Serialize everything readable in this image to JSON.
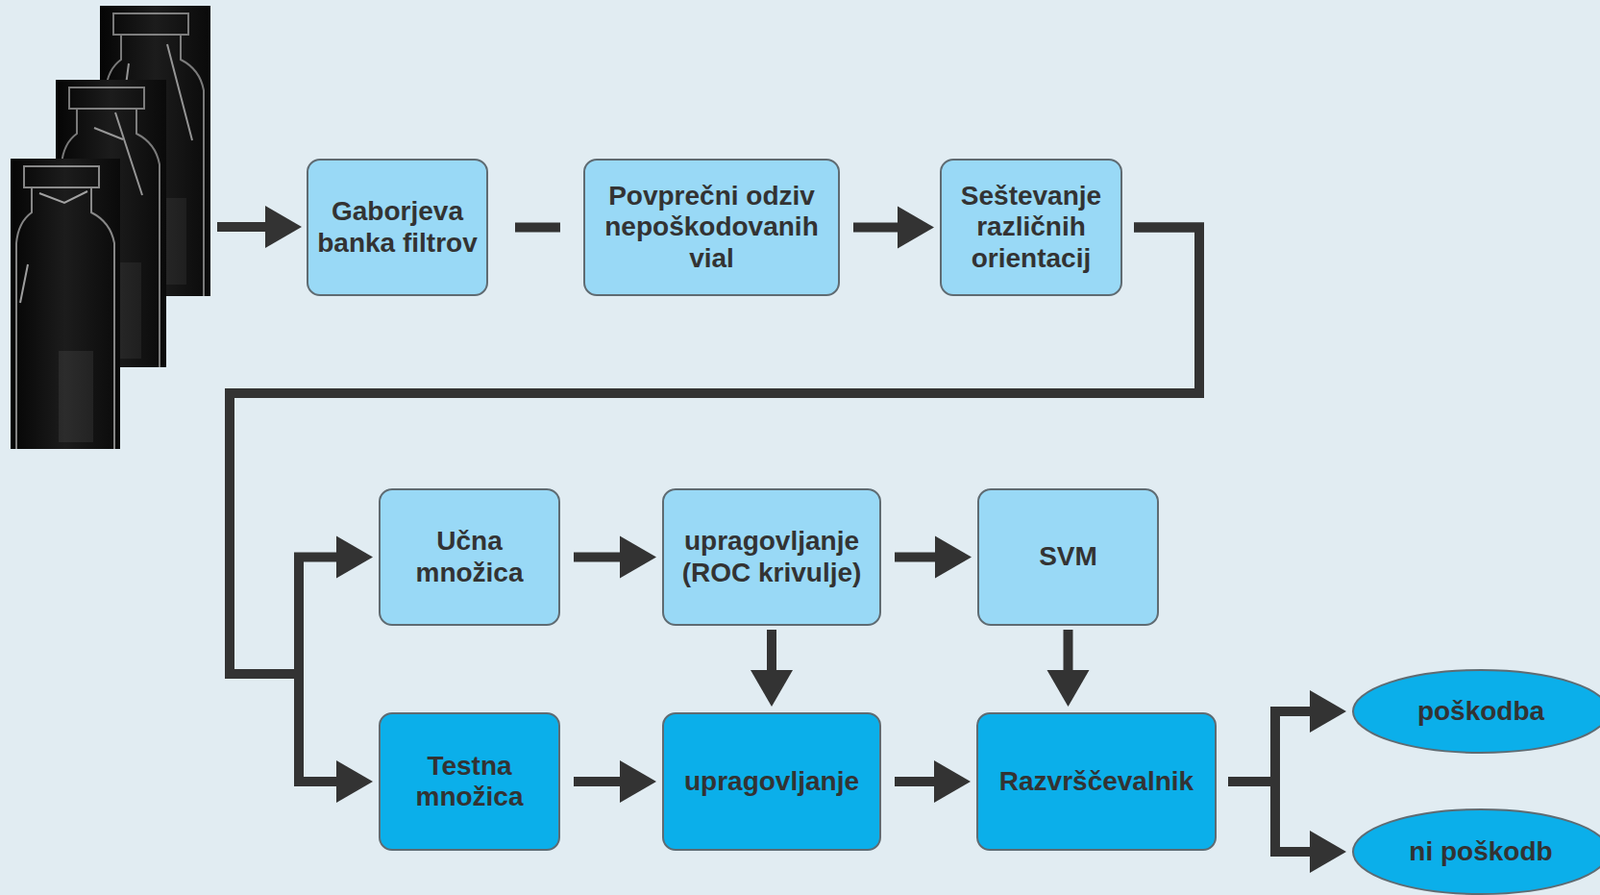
{
  "diagram": {
    "nodes": [
      {
        "text": [
          "Gaborjeva banka filtrov"
        ]
      },
      {
        "text": [
          "Povprečni odziv nepoškodovanih vial"
        ]
      },
      {
        "text": [
          "Seštevanje različnih orientacij"
        ]
      },
      {
        "text": [
          "Učna množica"
        ]
      },
      {
        "text": [
          "upragovljanje (ROC krivulje)"
        ]
      },
      {
        "text": [
          "SVM"
        ]
      },
      {
        "text": [
          "Testna množica"
        ]
      },
      {
        "text": [
          "upragovljanje"
        ]
      },
      {
        "text": [
          "Razvrščevalnik"
        ]
      },
      {
        "text": [
          "poškodba"
        ]
      },
      {
        "text": [
          "ni poškodb"
        ]
      }
    ],
    "edges": [
      {
        "from": 0,
        "to": 1,
        "arrow": "none"
      },
      {
        "from": 1,
        "to": 2,
        "arrow": "to"
      },
      {
        "from": 2,
        "to": 3,
        "arrow": "to"
      },
      {
        "from": 2,
        "to": 6,
        "arrow": "to"
      },
      {
        "from": 3,
        "to": 4,
        "arrow": "to"
      },
      {
        "from": 4,
        "to": 5,
        "arrow": "to"
      },
      {
        "from": 4,
        "to": 7,
        "arrow": "to"
      },
      {
        "from": 5,
        "to": 8,
        "arrow": "to"
      },
      {
        "from": 6,
        "to": 7,
        "arrow": "to"
      },
      {
        "from": 7,
        "to": 8,
        "arrow": "to"
      },
      {
        "from": 8,
        "to": 9,
        "arrow": "to"
      },
      {
        "from": 8,
        "to": 10,
        "arrow": "to"
      }
    ]
  }
}
